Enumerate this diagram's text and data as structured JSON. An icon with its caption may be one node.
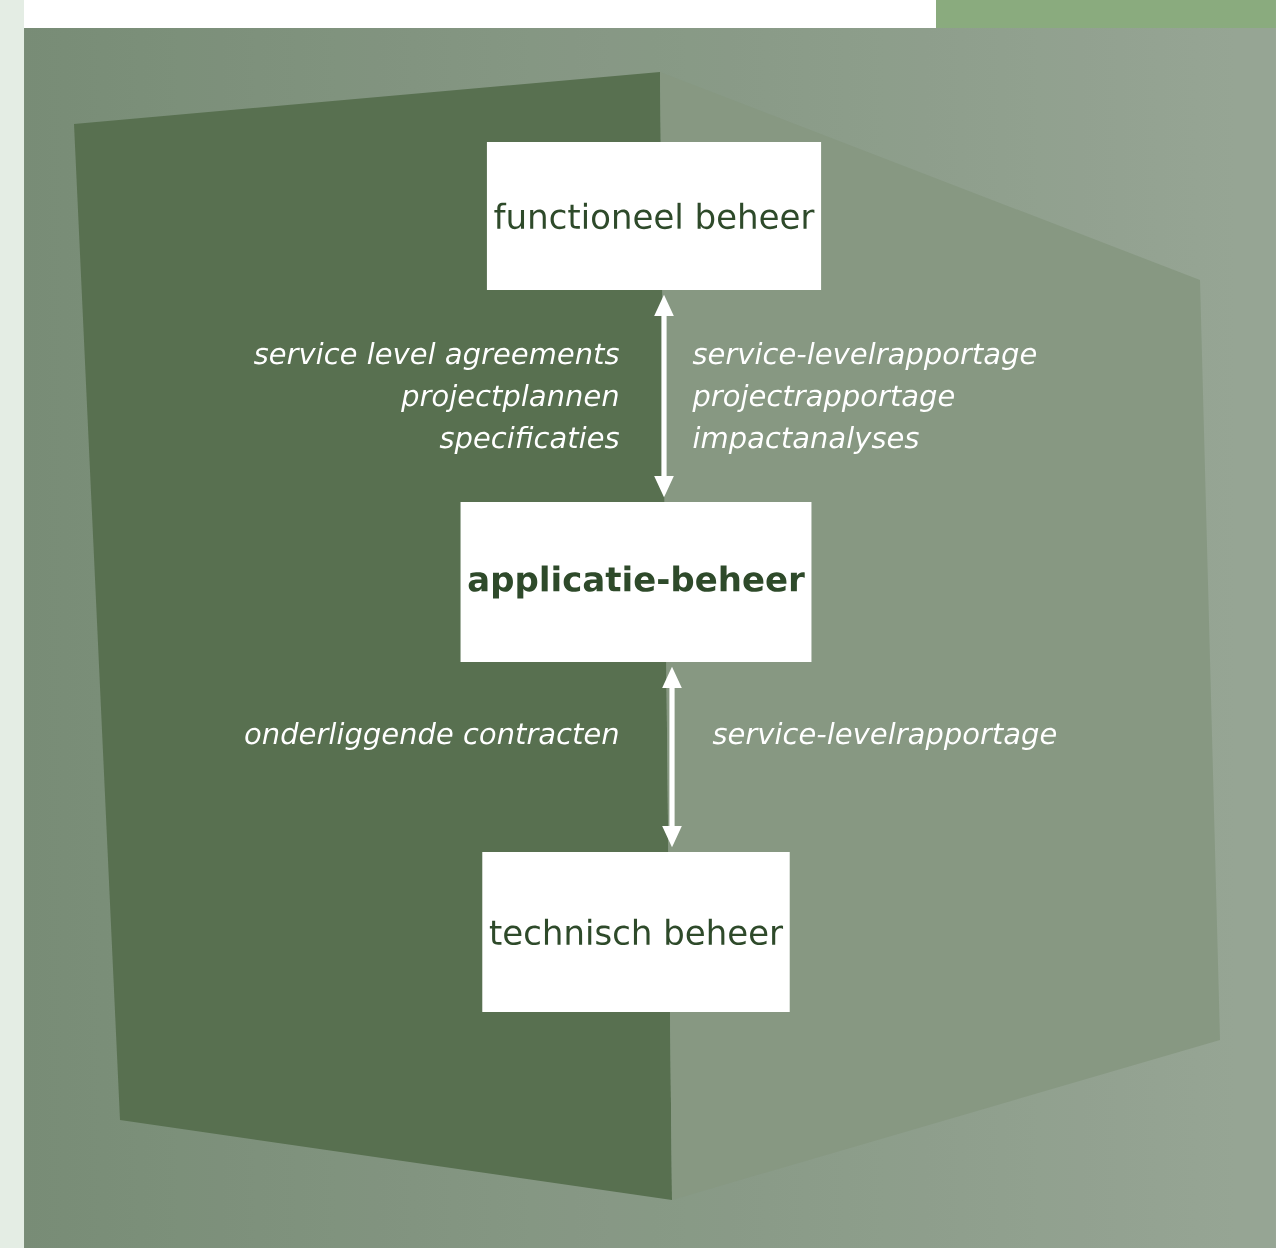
{
  "diagram": {
    "nodes": [
      {
        "text": [
          "functioneel beheer"
        ]
      },
      {
        "text": [
          "**applicatie-beheer**"
        ]
      },
      {
        "text": [
          "technisch beheer"
        ]
      }
    ],
    "edges": [
      {
        "from": 0,
        "to": 1,
        "arrow": "both"
      },
      {
        "from": 1,
        "to": 2,
        "arrow": "both"
      }
    ],
    "labels": [
      "service level agreements",
      "service-levelrapportage",
      "projectplannen",
      "projectrapportage",
      "specificaties",
      "impactanalyses",
      "onderliggende contracten",
      "service-levelrapportage"
    ]
  }
}
